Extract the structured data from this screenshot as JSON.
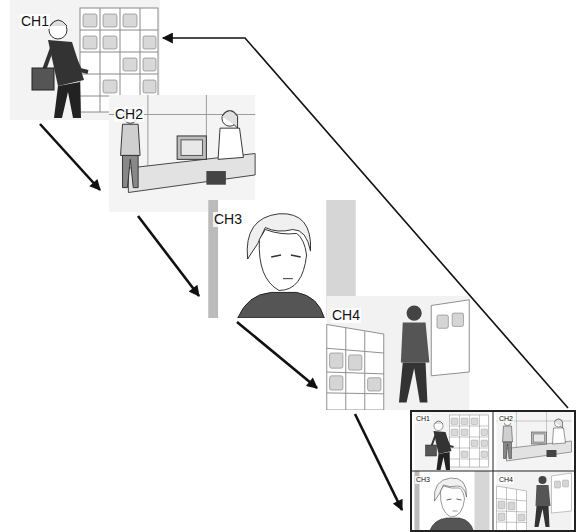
{
  "diagram": {
    "nodes": [
      {
        "text": [
          "CH1"
        ]
      },
      {
        "text": [
          "CH2"
        ]
      },
      {
        "text": [
          "CH3"
        ]
      },
      {
        "text": [
          "CH4"
        ]
      },
      {
        "text": [
          "CH1",
          "CH2",
          "CH3",
          "CH4"
        ]
      }
    ],
    "edges": [
      {
        "from": 0,
        "to": 1,
        "arrow": "to"
      },
      {
        "from": 1,
        "to": 2,
        "arrow": "to"
      },
      {
        "from": 2,
        "to": 3,
        "arrow": "to"
      },
      {
        "from": 3,
        "to": 4,
        "arrow": "to"
      },
      {
        "from": 4,
        "to": 0,
        "arrow": "to"
      }
    ]
  }
}
